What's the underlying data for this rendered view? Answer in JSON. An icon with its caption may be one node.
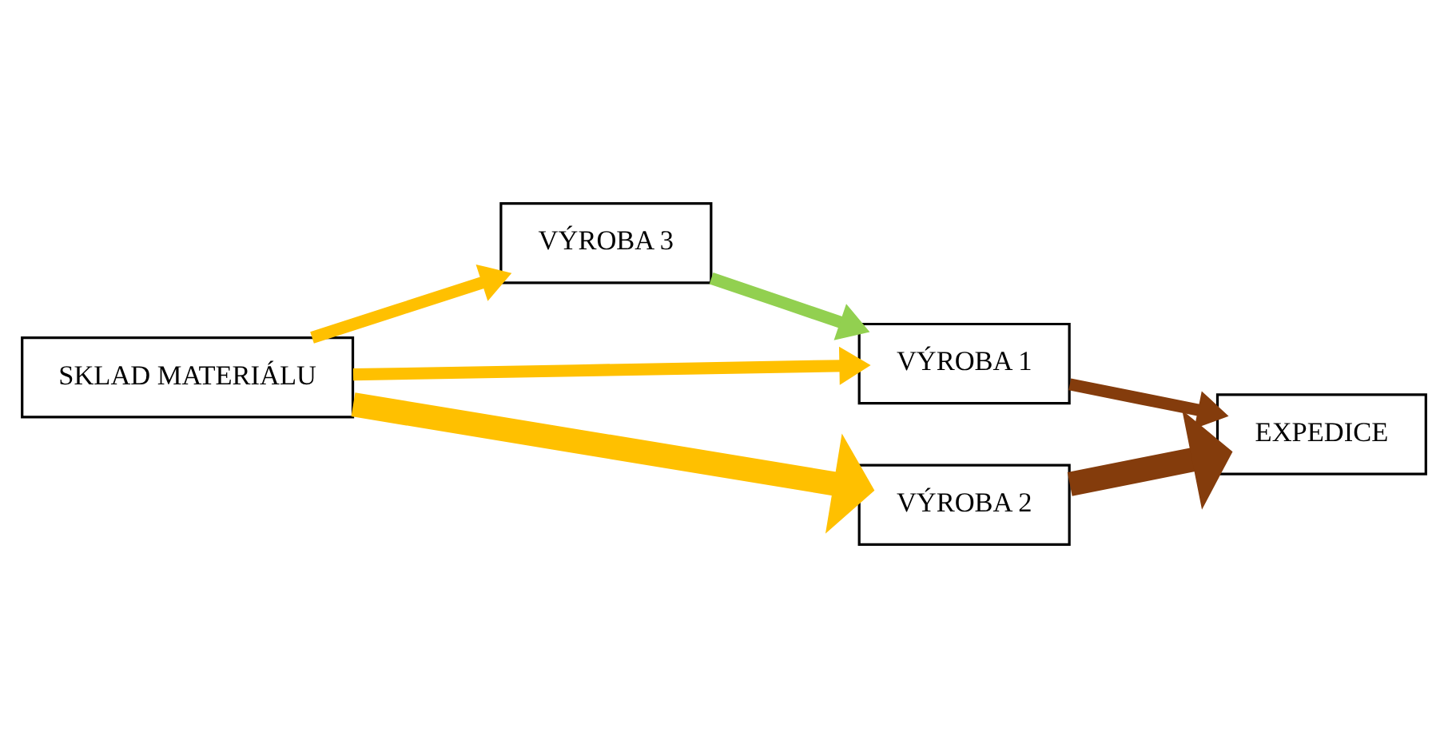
{
  "diagram": {
    "nodes": [
      {
        "text": [
          "SKLAD MATERIÁLU"
        ]
      },
      {
        "text": [
          "EXPEDICE"
        ]
      },
      {
        "text": [
          "VÝROBA 3"
        ]
      },
      {
        "text": [
          "VÝROBA 1"
        ]
      },
      {
        "text": [
          "VÝROBA 2"
        ]
      }
    ],
    "edges": [
      {
        "from": 0,
        "to": 2,
        "arrow": "to"
      },
      {
        "from": 0,
        "to": 3,
        "arrow": "to"
      },
      {
        "from": 0,
        "to": 4,
        "arrow": "to",
        "style": "thick"
      },
      {
        "from": 2,
        "to": 3,
        "arrow": "to",
        "color": "#92d050"
      },
      {
        "from": 3,
        "to": 1,
        "arrow": "to",
        "color": "#843c0c"
      },
      {
        "from": 4,
        "to": 1,
        "arrow": "to",
        "style": "thick",
        "color": "#843c0c"
      }
    ]
  }
}
